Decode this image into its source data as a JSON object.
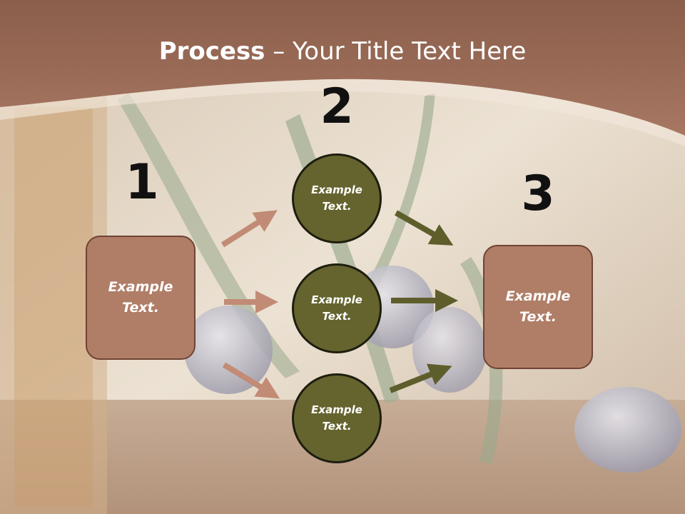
{
  "title": {
    "bold": "Process",
    "rest": " – Your Title Text Here"
  },
  "steps": {
    "one": "1",
    "two": "2",
    "three": "3"
  },
  "left_box": {
    "text": "Example Text."
  },
  "right_box": {
    "text": "Example Text."
  },
  "circles": [
    {
      "text": "Example Text."
    },
    {
      "text": "Example Text."
    },
    {
      "text": "Example Text."
    }
  ],
  "colors": {
    "header": "#9a6a55",
    "box_fill": "#b07d66",
    "circle_fill": "#65642f",
    "arrow_brown": "#c28b75",
    "arrow_olive": "#5e5e2c"
  }
}
